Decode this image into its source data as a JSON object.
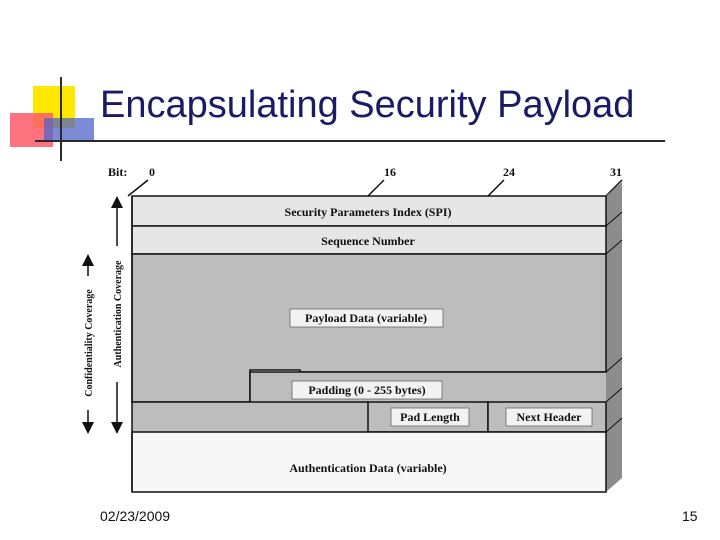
{
  "slide": {
    "title": "Encapsulating Security Payload",
    "date": "02/23/2009",
    "page_number": "15"
  },
  "diagram": {
    "bit_label": "Bit:",
    "bit_markers": [
      "0",
      "16",
      "24",
      "31"
    ],
    "fields": {
      "spi": "Security Parameters Index (SPI)",
      "sequence": "Sequence Number",
      "payload": "Payload Data (variable)",
      "padding": "Padding (0 - 255 bytes)",
      "pad_length": "Pad Length",
      "next_header": "Next Header",
      "auth_data": "Authentication Data (variable)"
    },
    "coverage": {
      "confidentiality": "Confidentiality Coverage",
      "authentication": "Authentication Coverage"
    },
    "colors": {
      "light_field": "#e6e6e6",
      "dark_field": "#bdbdbd",
      "auth_field": "#f7f7f7",
      "shadow": "#8c8c8c",
      "title": "#1a1a66"
    }
  }
}
